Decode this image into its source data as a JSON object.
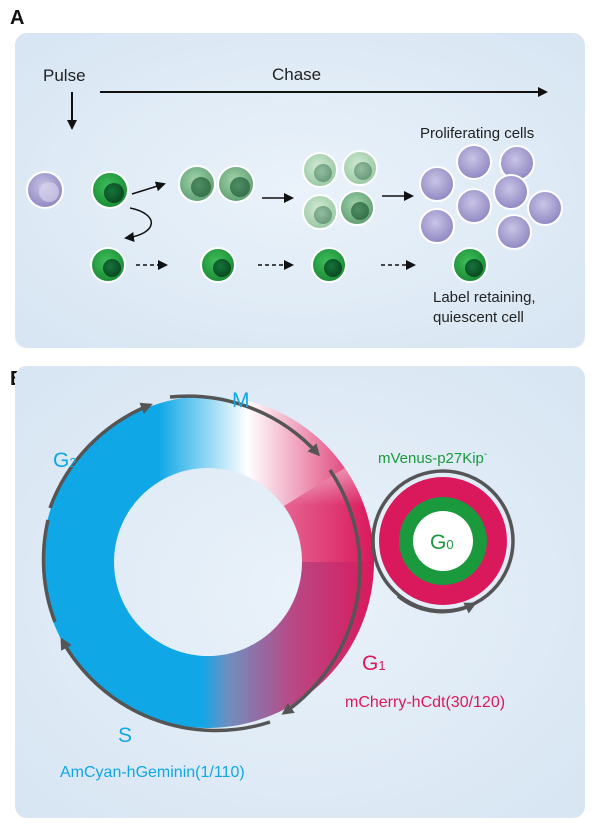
{
  "panel_a": {
    "label": "A",
    "pulse": "Pulse",
    "chase": "Chase",
    "proliferating": "Proliferating cells",
    "label_retaining_1": "Label retaining,",
    "label_retaining_2": "quiescent cell"
  },
  "panel_b": {
    "label": "B",
    "phase_m": "M",
    "phase_g2": "G",
    "phase_g2_sub": "2",
    "phase_s": "S",
    "phase_g1": "G",
    "phase_g1_sub": "1",
    "g0": "G",
    "g0_sub": "0",
    "reporter_g0": "mVenus-p27Kip",
    "reporter_g0_sup": "-",
    "reporter_g1": "mCherry-hCdt(30/120)",
    "reporter_s": "AmCyan-hGeminin(1/110)"
  },
  "colors": {
    "background_panel": "#e4eef7",
    "cyan": "#0fa7e6",
    "magenta": "#d9195c",
    "green": "#1a9a3c",
    "dark_green": "#0d5c25",
    "lavender": "#a9a3d4",
    "arrow_grey": "#555555"
  }
}
